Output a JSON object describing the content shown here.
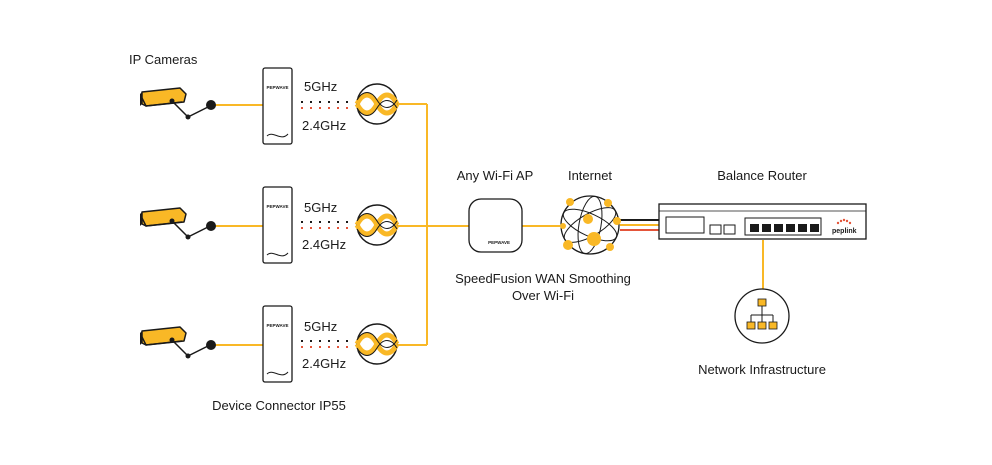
{
  "labels": {
    "ip_cameras": "IP Cameras",
    "device_connector": "Device Connector IP55",
    "any_wifi_ap": "Any Wi-Fi AP",
    "internet": "Internet",
    "balance_router": "Balance Router",
    "speedfusion_line1": "SpeedFusion WAN Smoothing",
    "speedfusion_line2": "Over Wi-Fi",
    "network_infrastructure": "Network Infrastructure"
  },
  "bands": {
    "high": "5GHz",
    "low": "2.4GHz"
  },
  "brand": {
    "device": "PEPWAVE",
    "router": "peplink"
  },
  "colors": {
    "accent": "#F9B826",
    "line": "#1a1a1a",
    "wan_red": "#E4553A"
  }
}
